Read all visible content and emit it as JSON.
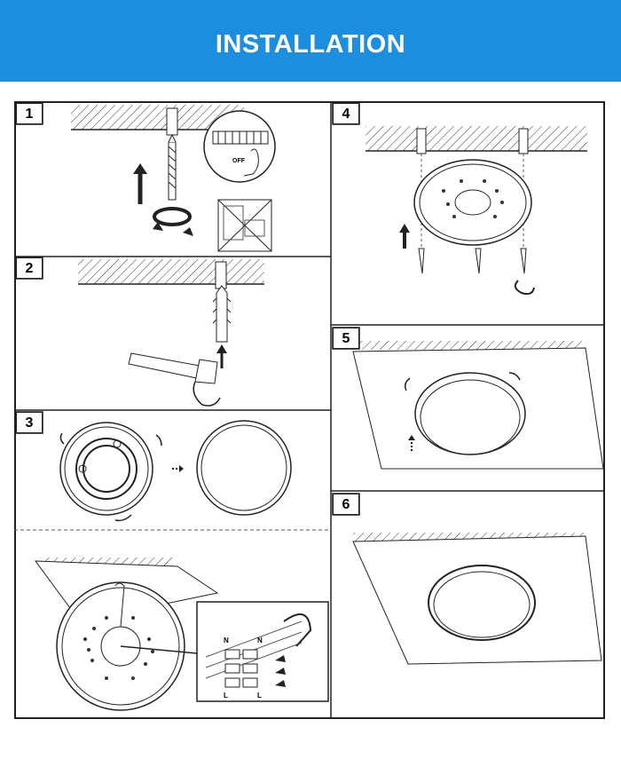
{
  "header": {
    "title": "INSTALLATION",
    "background": "#1c8ee0"
  },
  "steps": [
    {
      "number": "1",
      "switch_label": "OFF"
    },
    {
      "number": "2"
    },
    {
      "number": "3",
      "wire_labels": [
        "N",
        "N",
        "L",
        "L"
      ]
    },
    {
      "number": "4"
    },
    {
      "number": "5"
    },
    {
      "number": "6"
    }
  ]
}
